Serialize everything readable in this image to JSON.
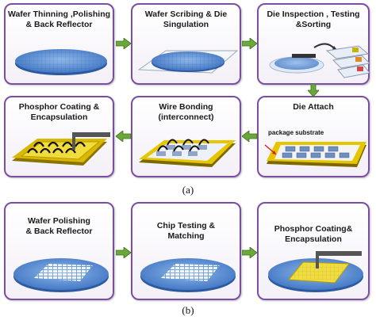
{
  "section_a": {
    "caption": "(a)",
    "steps": [
      {
        "label": "Wafer Thinning ,Polishing\n& Back Reflector"
      },
      {
        "label": "Wafer Scribing & Die\nSingulation"
      },
      {
        "label": "Die Inspection , Testing\n&Sorting"
      },
      {
        "label": "Die Attach",
        "annotation": "package substrate"
      },
      {
        "label": "Wire Bonding\n(interconnect)"
      },
      {
        "label": "Phosphor Coating &\nEncapsulation"
      }
    ]
  },
  "section_b": {
    "caption": "(b)",
    "steps": [
      {
        "label": "Wafer Polishing\n& Back Reflector"
      },
      {
        "label": "Chip Testing &\nMatching"
      },
      {
        "label": "Phosphor Coating&\nEncapsulation"
      }
    ]
  },
  "colors": {
    "border": "#7a4ea3",
    "arrow": "#6aa83a",
    "wafer": "#5b8fd1",
    "substrate": "#d9b800",
    "phosphor": "#f0dc3c"
  }
}
